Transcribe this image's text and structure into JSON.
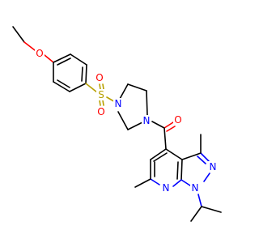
{
  "atoms": {
    "o_ether": "O",
    "s": "S",
    "o_s_top": "O",
    "o_s_bottom": "O",
    "n_pip_left": "N",
    "n_pip_right": "N",
    "o_carbonyl": "O",
    "n_pyridine": "N",
    "n1": "N",
    "n2": "N"
  },
  "colors": {
    "carbon": "#000000",
    "oxygen": "#ff0000",
    "nitrogen": "#0000ff",
    "sulfur": "#b8a000",
    "background": "#ffffff"
  }
}
